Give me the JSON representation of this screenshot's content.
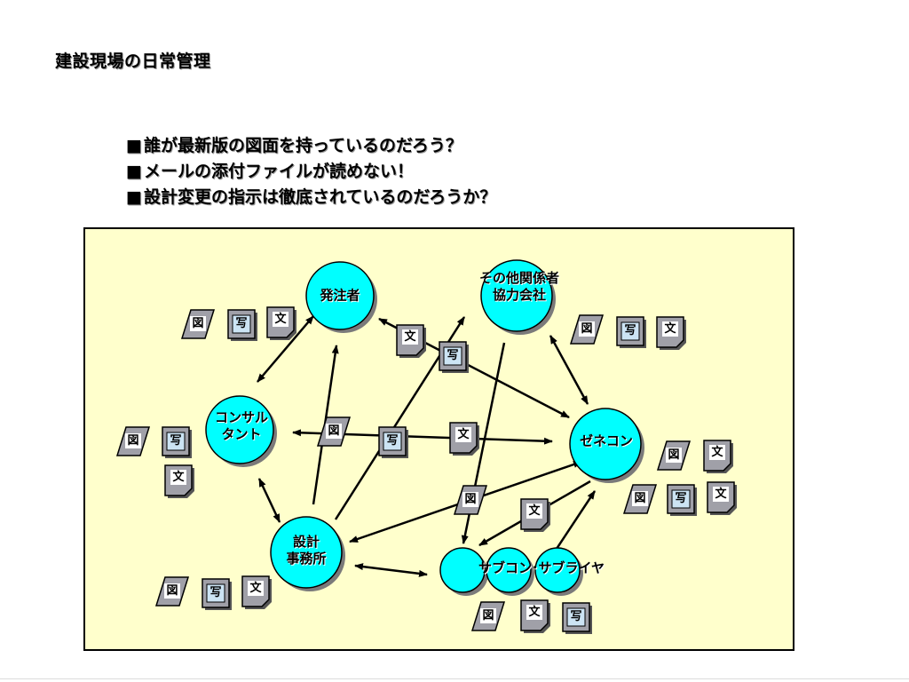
{
  "page": {
    "title": "建設現場の日常管理"
  },
  "questions": [
    {
      "mark": "■",
      "text": "誰が最新版の図面を持っているのだろう？"
    },
    {
      "mark": "■",
      "text": "メールの添付ファイルが読めない！"
    },
    {
      "mark": "■",
      "text": "設計変更の指示は徹底されているのだろうか？"
    }
  ],
  "diagram": {
    "colors": {
      "panel_bg": "#ffffcc",
      "node_fill": "#00ffff",
      "doc_fill": "#a0a0a8",
      "photo_fill": "#cce4f4",
      "arrow": "#000000"
    },
    "nodes": {
      "orderer": "発注者",
      "others_line1": "その他関係者",
      "others_line2": "協力会社",
      "consultant_line1": "コンサル",
      "consultant_line2": "タント",
      "general_contractor": "ゼネコン",
      "design_office_line1": "設計",
      "design_office_line2": "事務所",
      "subcontractor": "サブコン･サブライヤ"
    },
    "documents": {
      "drawing": "図",
      "photo": "写",
      "text": "文"
    },
    "icons": {
      "drawing": "drawing-document-icon",
      "photo": "photo-document-icon",
      "text": "text-document-icon",
      "arrow": "arrow-icon"
    }
  }
}
